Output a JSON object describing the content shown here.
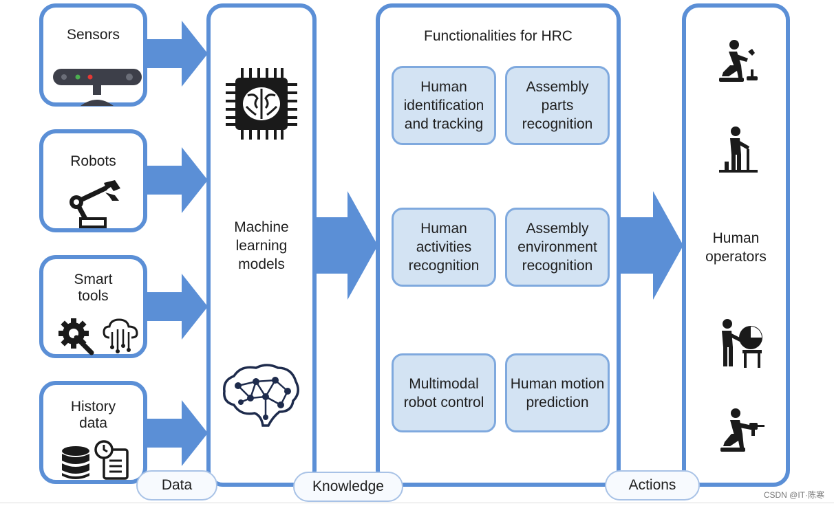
{
  "sources": [
    {
      "label": "Sensors",
      "icon": "depth-camera-icon"
    },
    {
      "label": "Robots",
      "icon": "robot-arm-icon"
    },
    {
      "label": "Smart\ntools",
      "icon": "gear-wrench-icon"
    },
    {
      "label": "History\ndata",
      "icon": "database-icon"
    }
  ],
  "ml": {
    "label": "Machine\nlearning\nmodels",
    "icons": [
      "ai-chip-icon",
      "neural-brain-icon"
    ]
  },
  "functionalities": {
    "title": "Functionalities for HRC",
    "items": [
      "Human\nidentification\nand tracking",
      "Assembly\nparts\nrecognition",
      "Human\nactivities\nrecognition",
      "Assembly\nenvironment\nrecognition",
      "Multimodal\nrobot control",
      "Human motion\nprediction"
    ]
  },
  "operators": {
    "label": "Human\noperators"
  },
  "flow_labels": {
    "data": "Data",
    "knowledge": "Knowledge",
    "actions": "Actions"
  },
  "watermark": "CSDN @IT·陈寒",
  "colors": {
    "border": "#5b8fd6",
    "arrow": "#5b8fd6",
    "box_fill": "#d3e3f3",
    "box_border": "#7fa9de",
    "icon": "#1a1a1a"
  }
}
